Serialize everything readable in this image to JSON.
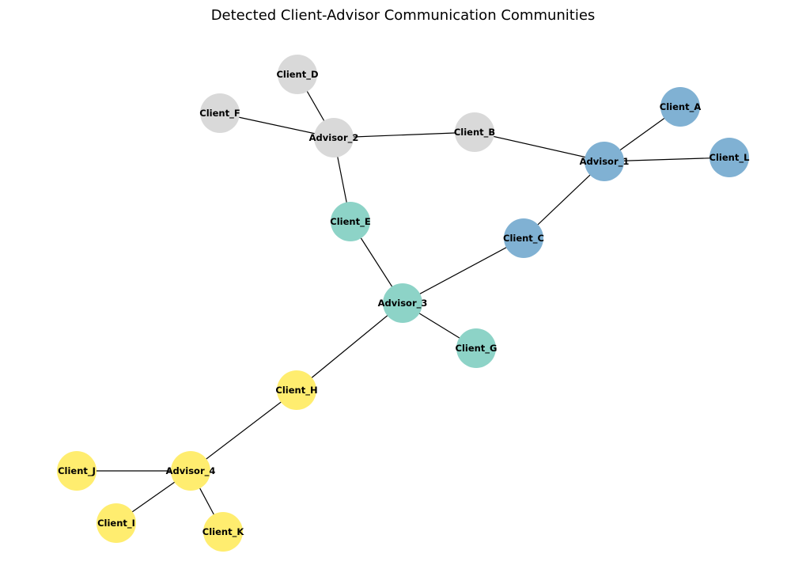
{
  "title": "Detected Client-Advisor Communication Communities",
  "communities": {
    "c1": "#80b1d3",
    "c2": "#d9d9d9",
    "c3": "#8dd3c7",
    "c4": "#ffed6f"
  },
  "nodes": [
    {
      "id": "Client_D",
      "label": "Client_D",
      "community": "c2"
    },
    {
      "id": "Client_F",
      "label": "Client_F",
      "community": "c2"
    },
    {
      "id": "Advisor_2",
      "label": "Advisor_2",
      "community": "c2"
    },
    {
      "id": "Client_B",
      "label": "Client_B",
      "community": "c2"
    },
    {
      "id": "Client_A",
      "label": "Client_A",
      "community": "c1"
    },
    {
      "id": "Advisor_1",
      "label": "Advisor_1",
      "community": "c1"
    },
    {
      "id": "Client_L",
      "label": "Client_L",
      "community": "c1"
    },
    {
      "id": "Client_C",
      "label": "Client_C",
      "community": "c1"
    },
    {
      "id": "Client_E",
      "label": "Client_E",
      "community": "c3"
    },
    {
      "id": "Advisor_3",
      "label": "Advisor_3",
      "community": "c3"
    },
    {
      "id": "Client_G",
      "label": "Client_G",
      "community": "c3"
    },
    {
      "id": "Client_H",
      "label": "Client_H",
      "community": "c4"
    },
    {
      "id": "Advisor_4",
      "label": "Advisor_4",
      "community": "c4"
    },
    {
      "id": "Client_J",
      "label": "Client_J",
      "community": "c4"
    },
    {
      "id": "Client_I",
      "label": "Client_I",
      "community": "c4"
    },
    {
      "id": "Client_K",
      "label": "Client_K",
      "community": "c4"
    }
  ],
  "edges": [
    [
      "Client_D",
      "Advisor_2"
    ],
    [
      "Client_F",
      "Advisor_2"
    ],
    [
      "Advisor_2",
      "Client_B"
    ],
    [
      "Advisor_2",
      "Client_E"
    ],
    [
      "Client_B",
      "Advisor_1"
    ],
    [
      "Client_A",
      "Advisor_1"
    ],
    [
      "Client_L",
      "Advisor_1"
    ],
    [
      "Client_C",
      "Advisor_1"
    ],
    [
      "Client_E",
      "Advisor_3"
    ],
    [
      "Client_C",
      "Advisor_3"
    ],
    [
      "Advisor_3",
      "Client_G"
    ],
    [
      "Advisor_3",
      "Client_H"
    ],
    [
      "Client_H",
      "Advisor_4"
    ],
    [
      "Client_J",
      "Advisor_4"
    ],
    [
      "Client_I",
      "Advisor_4"
    ],
    [
      "Client_K",
      "Advisor_4"
    ]
  ]
}
